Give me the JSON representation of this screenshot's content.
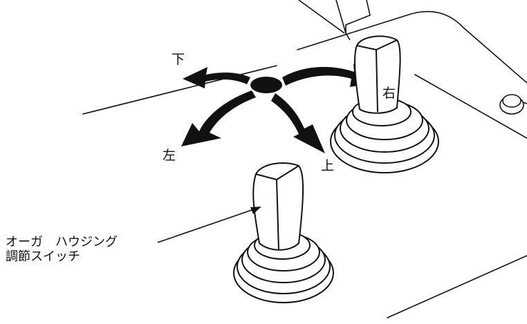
{
  "directions": {
    "down": "下",
    "right": "右",
    "left": "左",
    "up": "上"
  },
  "callout": {
    "line1": "オーガ　ハウジング",
    "line2": "調節スイッチ"
  },
  "colors": {
    "ink": "#111111",
    "background": "#ffffff"
  }
}
